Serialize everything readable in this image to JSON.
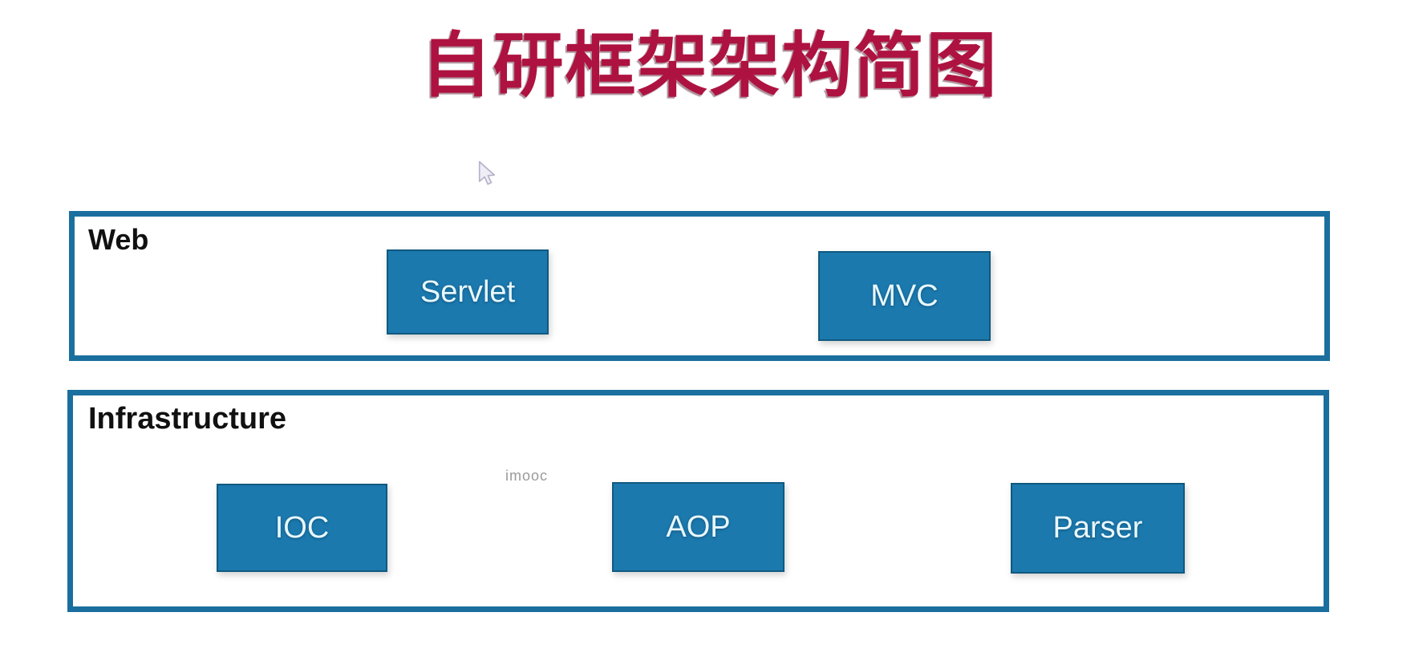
{
  "title": {
    "text": "自研框架架构简图"
  },
  "watermark": "imooc",
  "cursor": {
    "type": "arrow-pointer"
  },
  "colors": {
    "title": "#ae1240",
    "container_border": "#1a6f9e",
    "box_fill": "#1b79ae",
    "box_border": "#10597f",
    "box_text": "#e9f8ff",
    "label_text": "#111111",
    "watermark_text": "#9a9a9a"
  },
  "layers": [
    {
      "label": "Web",
      "modules": [
        {
          "label": "Servlet"
        },
        {
          "label": "MVC"
        }
      ]
    },
    {
      "label": "Infrastructure",
      "modules": [
        {
          "label": "IOC"
        },
        {
          "label": "AOP"
        },
        {
          "label": "Parser"
        }
      ]
    }
  ]
}
